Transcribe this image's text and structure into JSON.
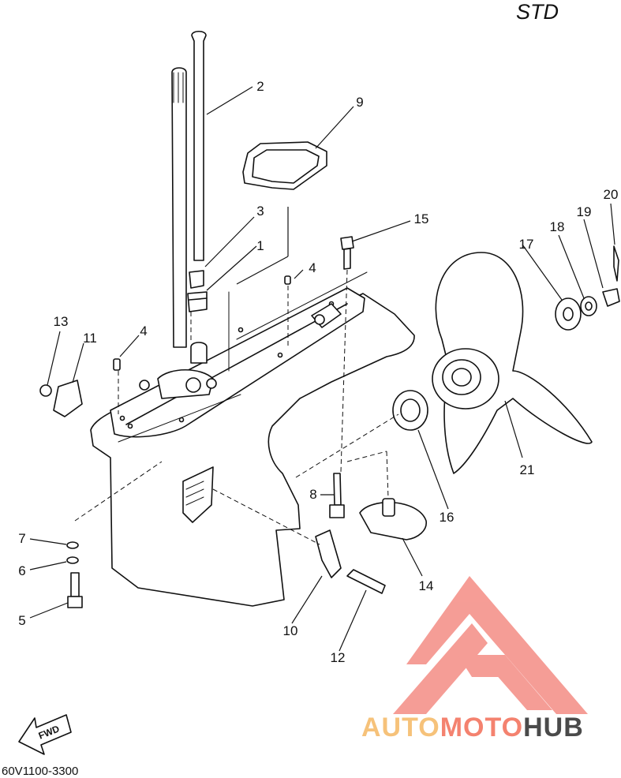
{
  "diagram": {
    "variant_label": "STD",
    "drawing_code": "60V1100-3300",
    "fwd_label": "FWD",
    "part_numbers": [
      "1",
      "2",
      "3",
      "4",
      "4",
      "5",
      "6",
      "7",
      "8",
      "9",
      "10",
      "11",
      "12",
      "13",
      "14",
      "15",
      "16",
      "17",
      "18",
      "19",
      "20",
      "21"
    ]
  },
  "watermark": {
    "part1": "AUTO",
    "part2": "MOTO",
    "part3": "HUB",
    "colors": {
      "triangle": "#f48c84",
      "auto": "#f6c27a",
      "moto": "#f4826f",
      "hub": "#4a4a4a"
    }
  }
}
